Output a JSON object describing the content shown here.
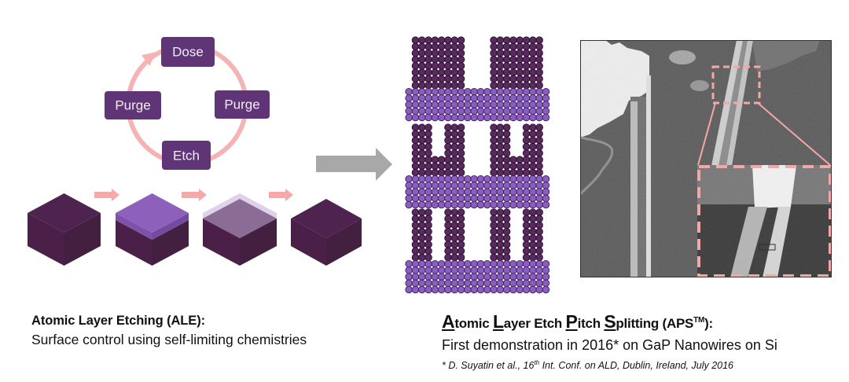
{
  "cycle": {
    "dose": "Dose",
    "purge_left": "Purge",
    "purge_right": "Purge",
    "etch": "Etch"
  },
  "ale": {
    "title": "Atomic Layer Etching (ALE):",
    "subtitle": "Surface control using self-limiting chemistries"
  },
  "aps": {
    "title_parts": [
      {
        "cap": "A",
        "rest": "tomic "
      },
      {
        "cap": "L",
        "rest": "ayer Etch "
      },
      {
        "cap": "P",
        "rest": "itch "
      },
      {
        "cap": "S",
        "rest": "plitting "
      }
    ],
    "title_suffix": "(APS",
    "trademark": "TM",
    "title_end": "):",
    "subtitle": "First demonstration in 2016* on GaP Nanowires on Si",
    "footnote": {
      "prefix": "* D. Suyatin et al., 16",
      "sup": "th",
      "rest": " Int. Conf. on ALD, Dublin, Ireland, July 2016"
    }
  },
  "colors": {
    "cycle_box": "#5f3578",
    "cycle_ring": "#f6b3b3",
    "step_arrow": "#f6a9a9",
    "big_arrow": "#a8a8a8",
    "cube_top": "#4e2350",
    "cube_left": "#4a2048",
    "cube_right": "#442040",
    "dose_layer": "#8c60bb",
    "etched_face": "#8b6c94",
    "ghost_layer": "#ddd2ea",
    "atom_pillar": "#582a5e",
    "atom_pillar_outline": "#2a0e2e",
    "atom_base": "#8a5ec0",
    "atom_base_outline": "#3d1f58",
    "inset_border": "#f4a7a7"
  }
}
